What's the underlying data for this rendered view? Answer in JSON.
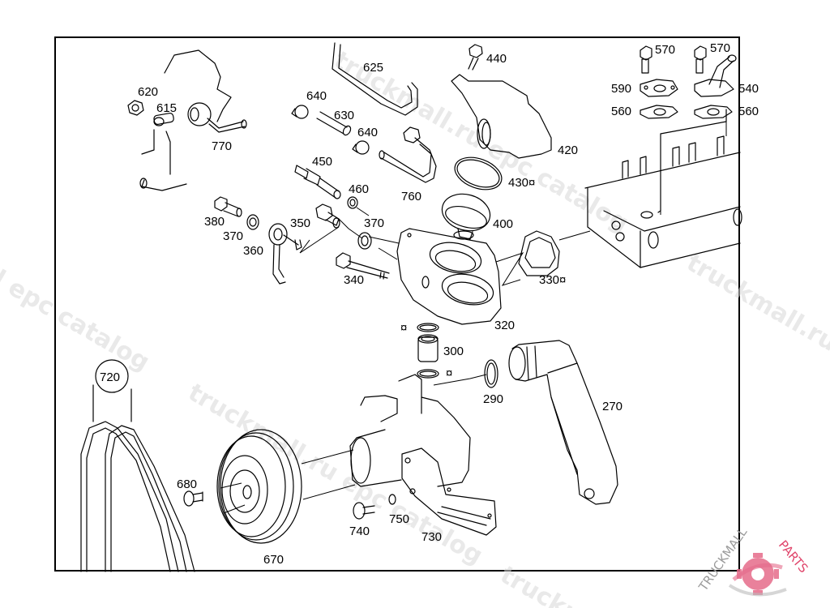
{
  "diagram": {
    "type": "exploded-parts-diagram",
    "subject": "Engine cooling system: water pump, thermostat housing, coolant pipes and hoses",
    "callouts": [
      {
        "id": "620",
        "label": "620"
      },
      {
        "id": "615",
        "label": "615"
      },
      {
        "id": "770",
        "label": "770"
      },
      {
        "id": "625",
        "label": "625"
      },
      {
        "id": "640a",
        "label": "640"
      },
      {
        "id": "630",
        "label": "630"
      },
      {
        "id": "640b",
        "label": "640"
      },
      {
        "id": "450",
        "label": "450"
      },
      {
        "id": "760",
        "label": "760"
      },
      {
        "id": "460",
        "label": "460"
      },
      {
        "id": "440",
        "label": "440"
      },
      {
        "id": "420",
        "label": "420"
      },
      {
        "id": "430",
        "label": "430¤"
      },
      {
        "id": "400",
        "label": "400"
      },
      {
        "id": "570a",
        "label": "570"
      },
      {
        "id": "570b",
        "label": "570"
      },
      {
        "id": "590",
        "label": "590"
      },
      {
        "id": "540",
        "label": "540"
      },
      {
        "id": "560a",
        "label": "560"
      },
      {
        "id": "560b",
        "label": "560"
      },
      {
        "id": "380",
        "label": "380"
      },
      {
        "id": "370a",
        "label": "370"
      },
      {
        "id": "350",
        "label": "350"
      },
      {
        "id": "370b",
        "label": "370"
      },
      {
        "id": "360",
        "label": "360"
      },
      {
        "id": "340",
        "label": "340"
      },
      {
        "id": "330",
        "label": "330¤"
      },
      {
        "id": "320",
        "label": "320"
      },
      {
        "id": "300",
        "label": "300"
      },
      {
        "id": "290",
        "label": "290"
      },
      {
        "id": "270",
        "label": "270"
      },
      {
        "id": "720",
        "label": "720"
      },
      {
        "id": "680",
        "label": "680"
      },
      {
        "id": "670",
        "label": "670"
      },
      {
        "id": "740",
        "label": "740"
      },
      {
        "id": "750",
        "label": "750"
      },
      {
        "id": "730",
        "label": "730"
      }
    ],
    "seal_marker": "¤"
  },
  "watermark": {
    "text_1": "truckmall.ru epc catalog",
    "text_2": "truckmall.ru epc catalog",
    "text_3": "truckmall.ru epc catalog",
    "text_4": "truckmall.ru e",
    "text_5": "l epc catalog",
    "text_6": "truckm"
  },
  "logo": {
    "text_left": "TRUCKMALL",
    "text_right": "PARTS",
    "color_left": "#9a9a9a",
    "color_right": "#e0456b"
  }
}
